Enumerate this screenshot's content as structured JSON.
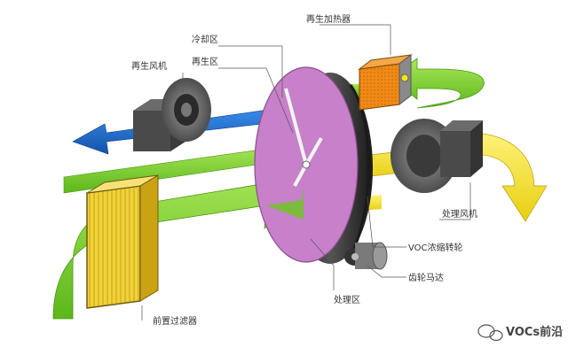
{
  "labels": {
    "regen_heater": "再生加热器",
    "cooling_zone": "冷却区",
    "regen_zone": "再生区",
    "regen_fan": "再生风机",
    "process_fan": "处理风机",
    "voc_rotor": "VOC浓缩转轮",
    "gear_motor": "齿轮马达",
    "process_zone": "处理区",
    "pre_filter": "前置过滤器"
  },
  "watermark": {
    "text": "VOCs前沿"
  },
  "colors": {
    "green_air": "#7ed321",
    "yellow_air": "#f5e51a",
    "blue_air": "#1f6fd1",
    "rotor": "#c780c9",
    "rotor_rim": "#2a2a2a",
    "heater": "#f08a17",
    "filter": "#f0d23a",
    "fan_gray": "#555555"
  }
}
